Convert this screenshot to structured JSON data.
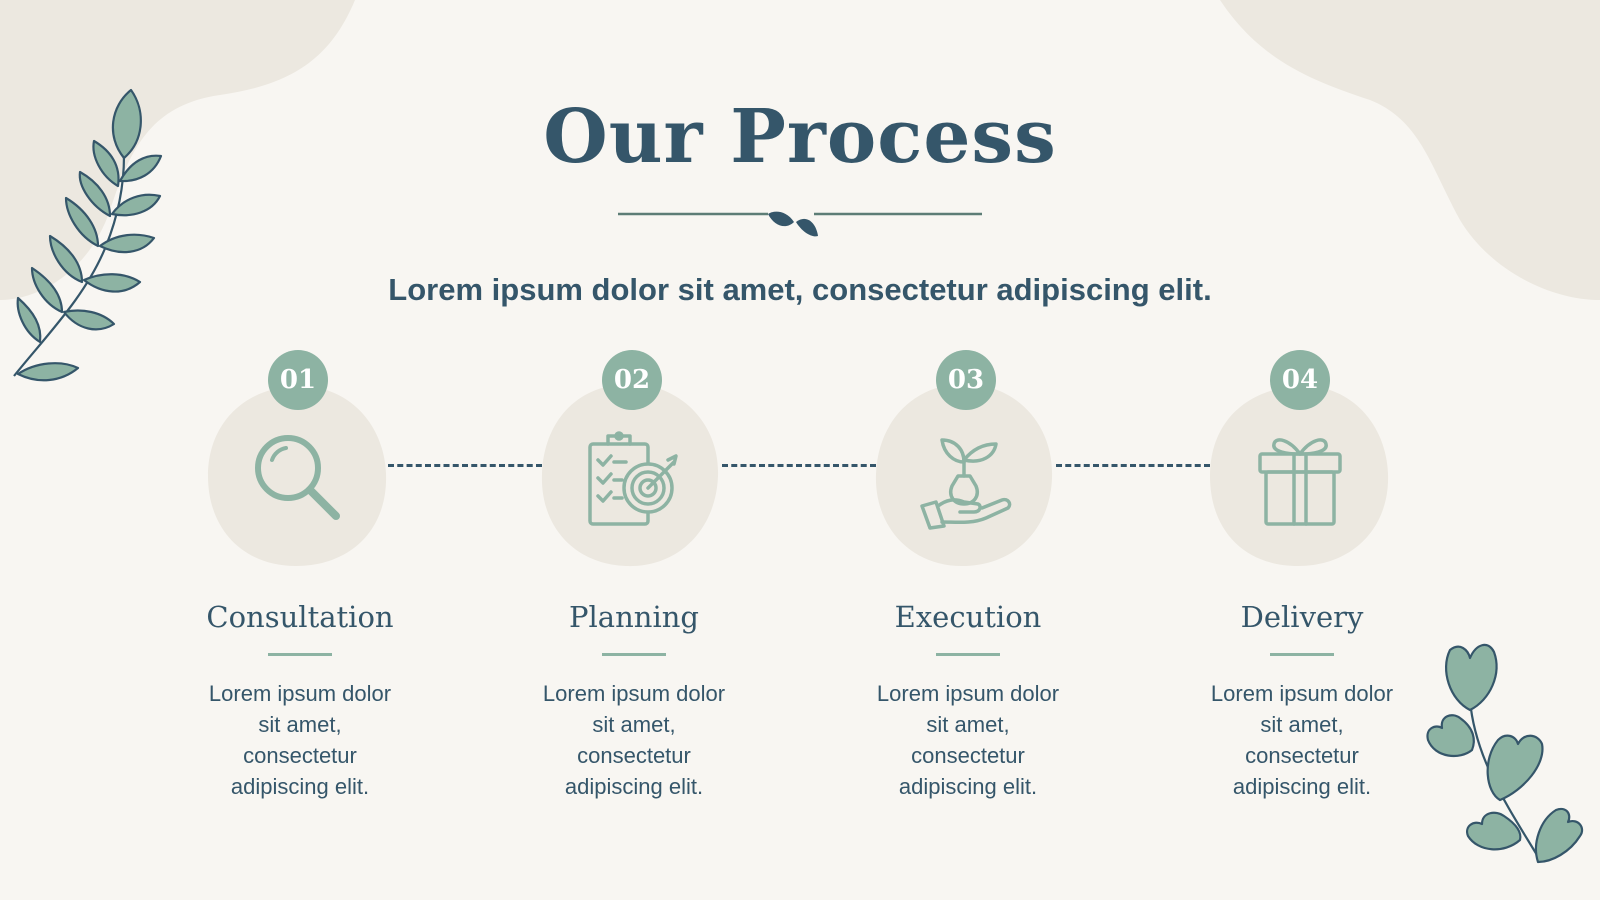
{
  "title": "Our Process",
  "subtitle": "Lorem ipsum dolor sit amet, consectetur adipiscing elit.",
  "colors": {
    "background": "#f8f6f2",
    "blob": "#ece8e0",
    "accent": "#8db3a3",
    "text": "#35566a"
  },
  "steps": [
    {
      "number": "01",
      "name": "Consultation",
      "icon": "magnifying-glass-icon",
      "description": "Lorem ipsum dolor sit amet, consectetur adipiscing elit."
    },
    {
      "number": "02",
      "name": "Planning",
      "icon": "clipboard-target-icon",
      "description": "Lorem ipsum dolor sit amet, consectetur adipiscing elit."
    },
    {
      "number": "03",
      "name": "Execution",
      "icon": "hand-plant-icon",
      "description": "Lorem ipsum dolor sit amet, consectetur adipiscing elit."
    },
    {
      "number": "04",
      "name": "Delivery",
      "icon": "gift-box-icon",
      "description": "Lorem ipsum dolor sit amet, consectetur adipiscing elit."
    }
  ]
}
